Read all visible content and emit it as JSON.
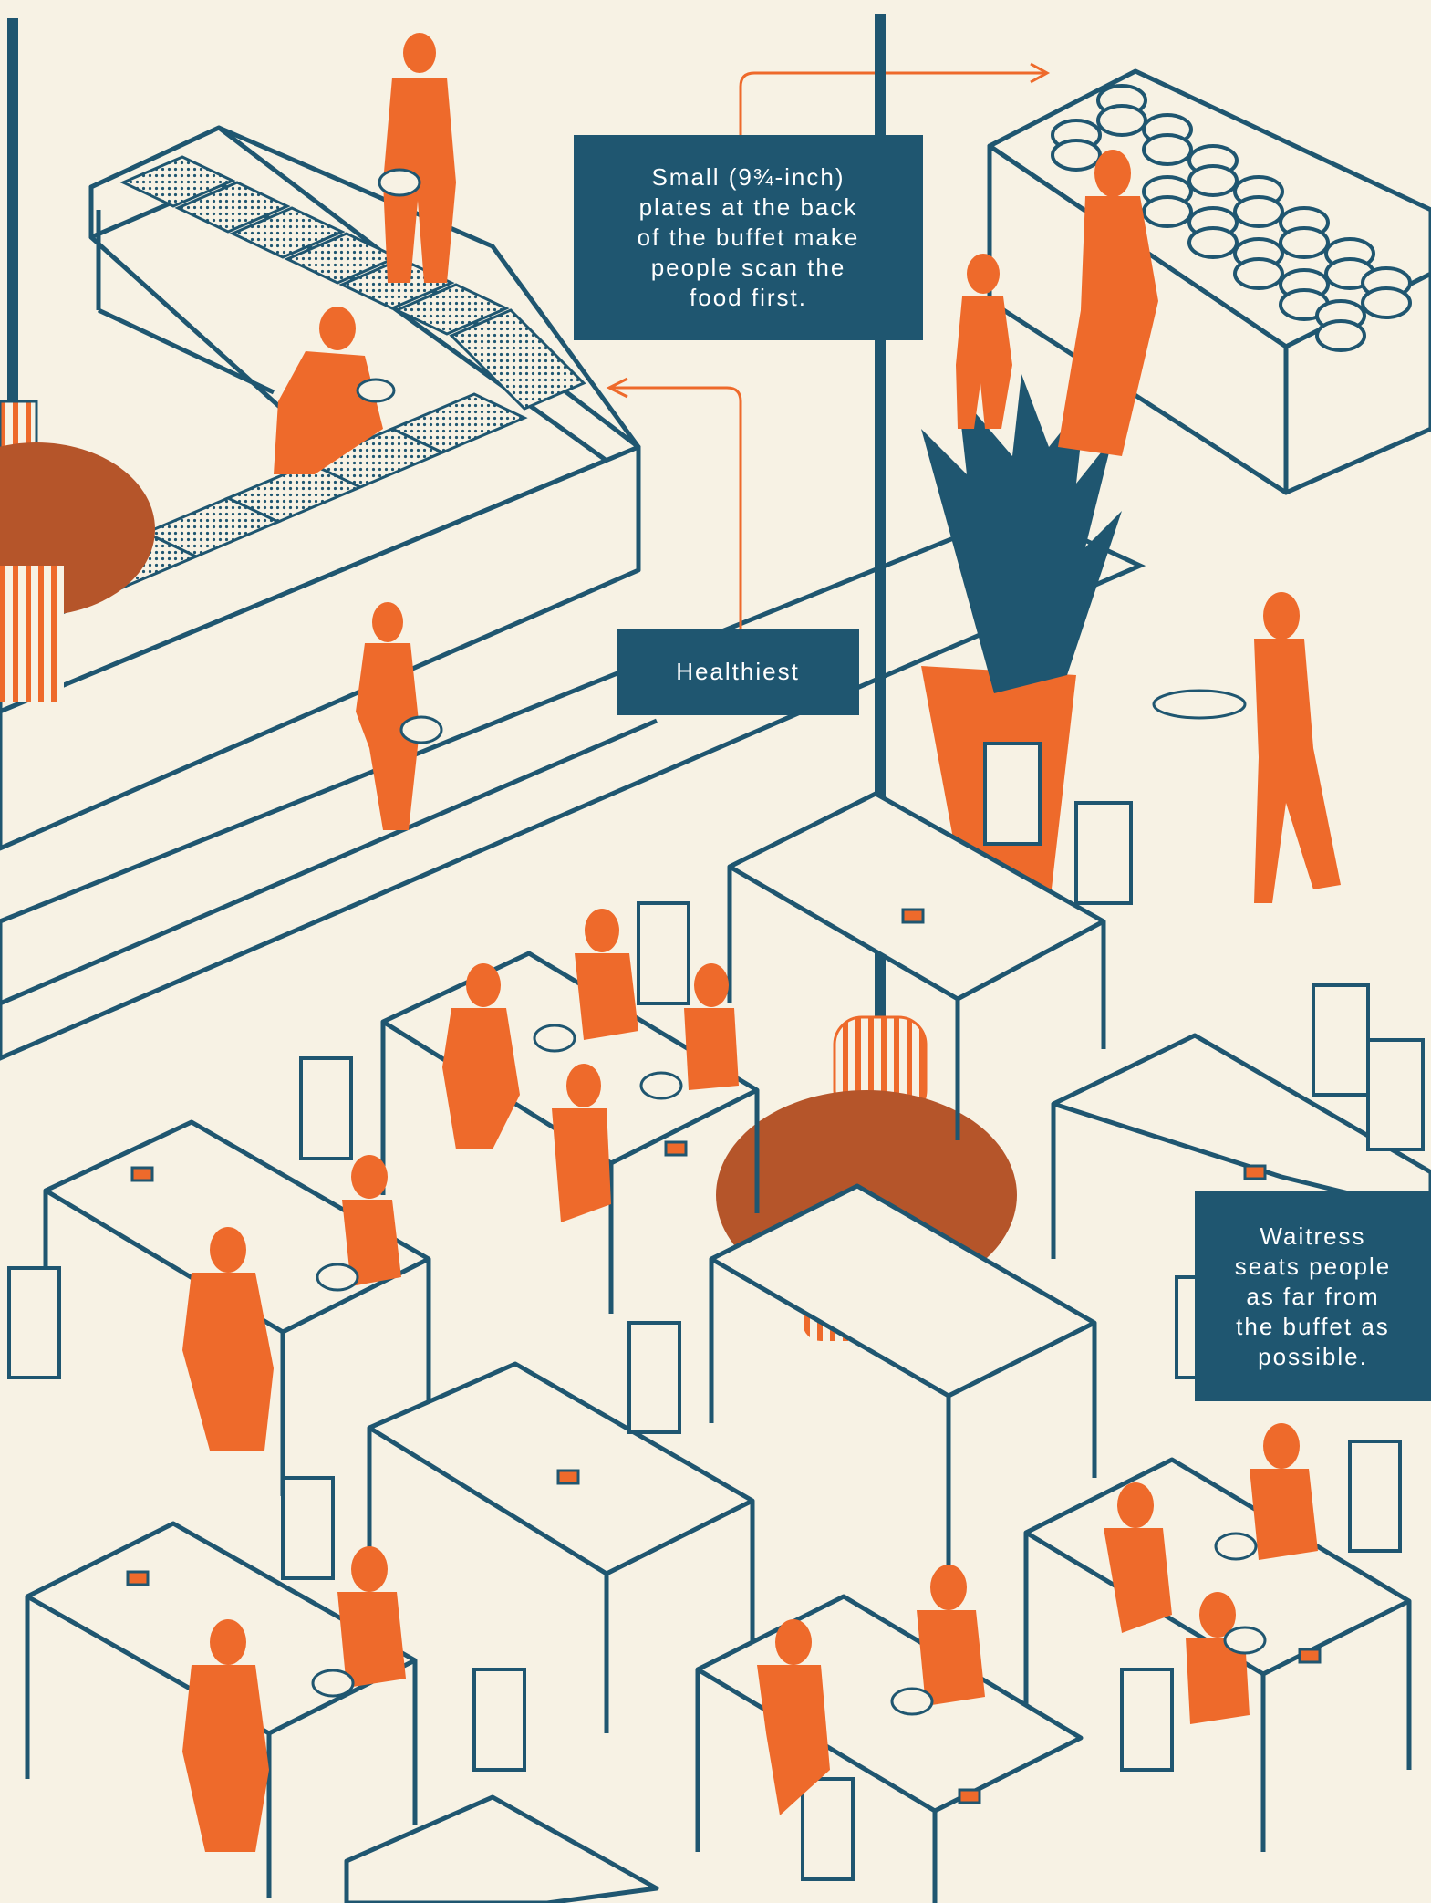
{
  "callouts": {
    "plates": "Small (9¾-inch)\nplates at the back\nof the buffet make\npeople scan the\nfood first.",
    "healthiest": "Healthiest",
    "waitress": "Waitress\nseats people\nas far from\nthe buffet as\npossible."
  },
  "colors": {
    "background": "#f7f2e4",
    "line": "#1f5670",
    "figure": "#ee6a2b",
    "callout_bg": "#1f5670",
    "callout_text": "#ffffff",
    "lamp": "#b5552a"
  }
}
